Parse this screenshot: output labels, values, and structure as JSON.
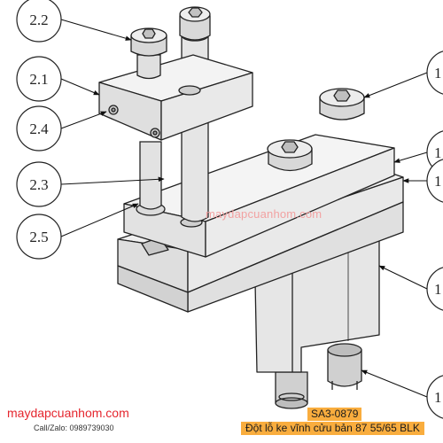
{
  "callouts_left": [
    "2.2",
    "2.1",
    "2.4",
    "2.3",
    "2.5"
  ],
  "callouts_right": [
    "1",
    "1",
    "1",
    "1",
    "1"
  ],
  "watermark": "maydapcuanhom.com",
  "brand": "maydapcuanhom.com",
  "contact": "Call/Zalo: 0989739030",
  "product_code": "SA3-0879",
  "product_title": "Đột lỗ ke vĩnh cửu bản 87 55/65 BLK",
  "colors": {
    "brand_red": "#e5262e",
    "label_bg": "#f9ad3e",
    "watermark": "#f2a2a2"
  }
}
